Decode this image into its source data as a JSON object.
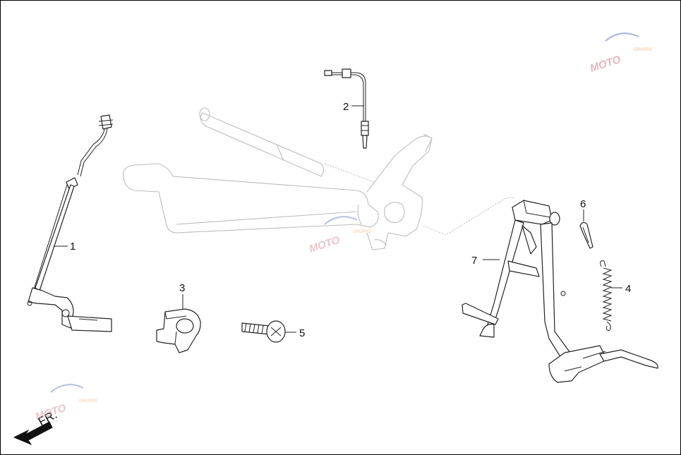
{
  "diagram": {
    "callouts": [
      {
        "id": "1",
        "label": "1"
      },
      {
        "id": "2",
        "label": "2"
      },
      {
        "id": "3",
        "label": "3"
      },
      {
        "id": "4",
        "label": "4"
      },
      {
        "id": "5",
        "label": "5"
      },
      {
        "id": "6",
        "label": "6"
      },
      {
        "id": "7",
        "label": "7"
      }
    ],
    "direction_label": "FR.",
    "watermark": {
      "brand": "MOTO",
      "sub": "GRUPPO"
    }
  }
}
